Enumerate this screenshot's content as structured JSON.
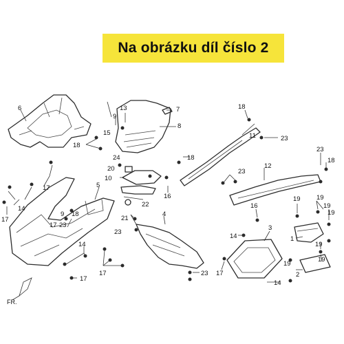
{
  "banner": {
    "text": "Na obrázku díl číslo 2"
  },
  "direction_label": "FR.",
  "callouts": [
    {
      "label": "6"
    },
    {
      "label": "18"
    },
    {
      "label": "9"
    },
    {
      "label": "13"
    },
    {
      "label": "7"
    },
    {
      "label": "8"
    },
    {
      "label": "15"
    },
    {
      "label": "18"
    },
    {
      "label": "24"
    },
    {
      "label": "18"
    },
    {
      "label": "18"
    },
    {
      "label": "11"
    },
    {
      "label": "23"
    },
    {
      "label": "17"
    },
    {
      "label": "20"
    },
    {
      "label": "14"
    },
    {
      "label": "17"
    },
    {
      "label": "5"
    },
    {
      "label": "10"
    },
    {
      "label": "16"
    },
    {
      "label": "23"
    },
    {
      "label": "12"
    },
    {
      "label": "23"
    },
    {
      "label": "18"
    },
    {
      "label": "22"
    },
    {
      "label": "9"
    },
    {
      "label": "17"
    },
    {
      "label": "23"
    },
    {
      "label": "21"
    },
    {
      "label": "16"
    },
    {
      "label": "19"
    },
    {
      "label": "19"
    },
    {
      "label": "19"
    },
    {
      "label": "23"
    },
    {
      "label": "4"
    },
    {
      "label": "14"
    },
    {
      "label": "3"
    },
    {
      "label": "19"
    },
    {
      "label": "1"
    },
    {
      "label": "19"
    },
    {
      "label": "14"
    },
    {
      "label": "17"
    },
    {
      "label": "17"
    },
    {
      "label": "19"
    },
    {
      "label": "17"
    },
    {
      "label": "23"
    },
    {
      "label": "19"
    },
    {
      "label": "2"
    },
    {
      "label": "14"
    }
  ]
}
